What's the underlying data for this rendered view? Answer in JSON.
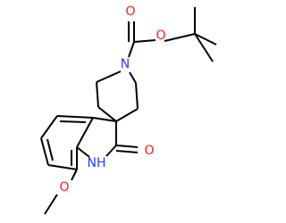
{
  "molecule": {
    "atoms": {
      "n_piperidine": {
        "text": "N",
        "color": "#1f3cff"
      },
      "o_carbonyl_boc": {
        "text": "O",
        "color": "#ff1a1a"
      },
      "o_ester_boc": {
        "text": "O",
        "color": "#ff1a1a"
      },
      "o_lactam": {
        "text": "O",
        "color": "#ff1a1a"
      },
      "nh_lactam": {
        "text": "NH",
        "color": "#1f3cff"
      },
      "o_methoxy": {
        "text": "O",
        "color": "#ff1a1a"
      }
    },
    "bond_color": "#000000"
  }
}
